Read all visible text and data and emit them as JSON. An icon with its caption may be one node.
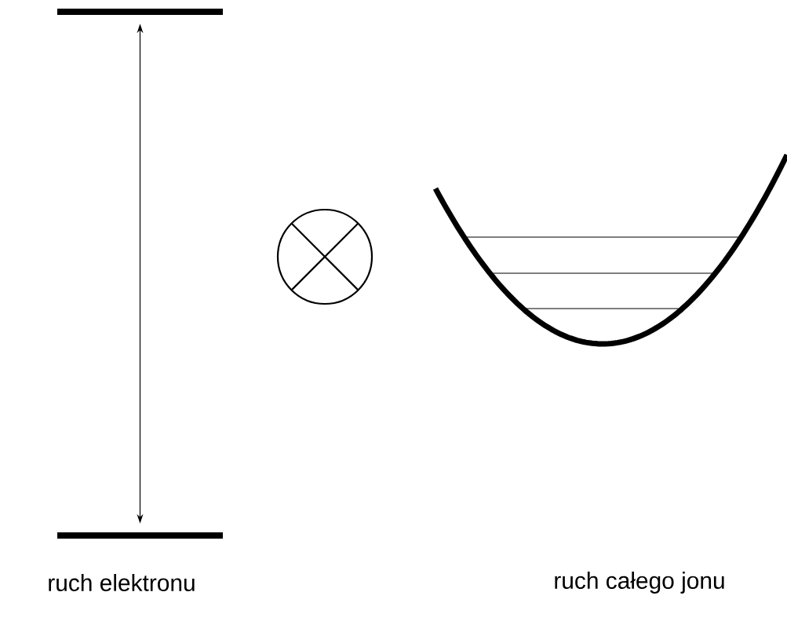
{
  "diagram": {
    "nodes": [
      {
        "text": [],
        "shape": "bar"
      },
      {
        "text": [],
        "shape": "bar"
      }
    ],
    "edges": [
      {
        "from": 0,
        "to": 1,
        "arrow": "both"
      }
    ],
    "labels": [
      "ruch elektronu",
      "ruch całego jonu"
    ]
  }
}
